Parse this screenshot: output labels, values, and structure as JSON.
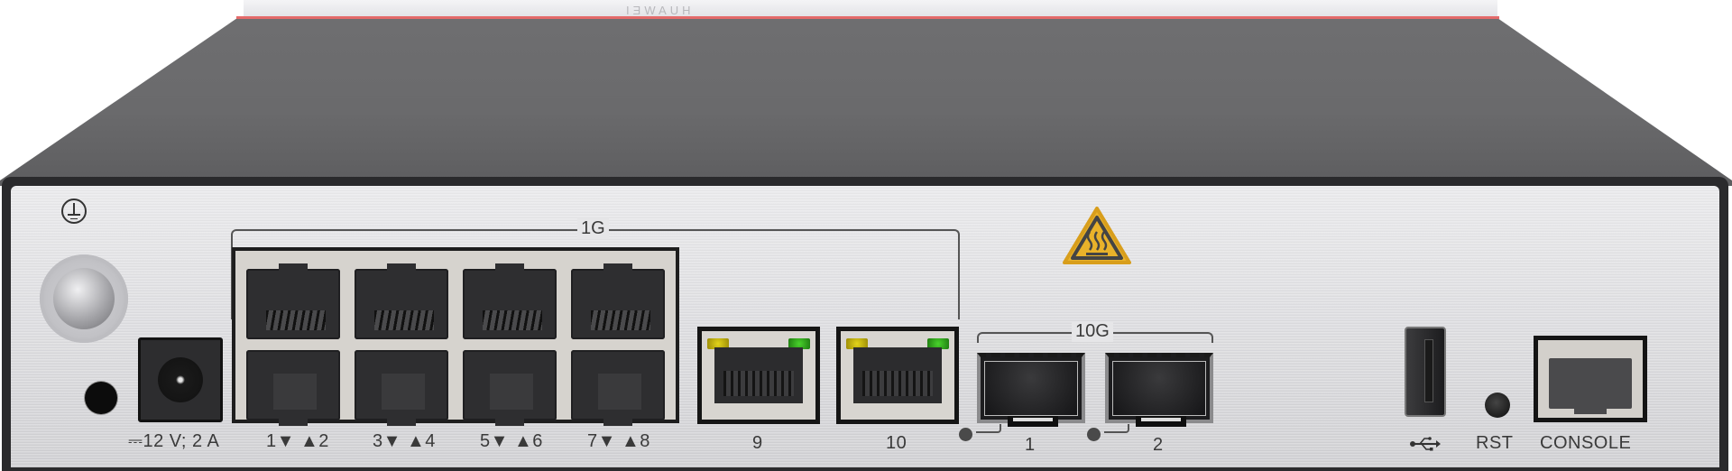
{
  "device": {
    "description": "Network security appliance rear panel, Huawei style",
    "top_logo_mirrored": "HUAWEI",
    "brand_accent_color": "#e46a6a",
    "panel_color": "#dcdcdf",
    "chassis_color": "#6a6a6c"
  },
  "power": {
    "label": "⎓12 V; 2 A",
    "ground_symbol": "protective-earth-icon"
  },
  "groups": {
    "ge_label": "1G",
    "xge_label": "10G"
  },
  "ports": {
    "rj45_pairs": [
      {
        "label": "1▼ ▲2"
      },
      {
        "label": "3▼ ▲4"
      },
      {
        "label": "5▼ ▲6"
      },
      {
        "label": "7▼ ▲8"
      }
    ],
    "rj45_singles": [
      {
        "label": "9",
        "led_left": "#d6c815",
        "led_right": "#3fbf25"
      },
      {
        "label": "10",
        "led_left": "#d6c815",
        "led_right": "#3fbf25"
      }
    ],
    "sfp": [
      {
        "label": "1"
      },
      {
        "label": "2"
      }
    ]
  },
  "management": {
    "usb_label": "usb-icon",
    "usb_glyph": "•⭠",
    "rst_label": "RST",
    "console_label": "CONSOLE"
  },
  "warnings": {
    "hot_surface_icon": "hot-surface-warning-icon",
    "color": "#e9b22a"
  }
}
